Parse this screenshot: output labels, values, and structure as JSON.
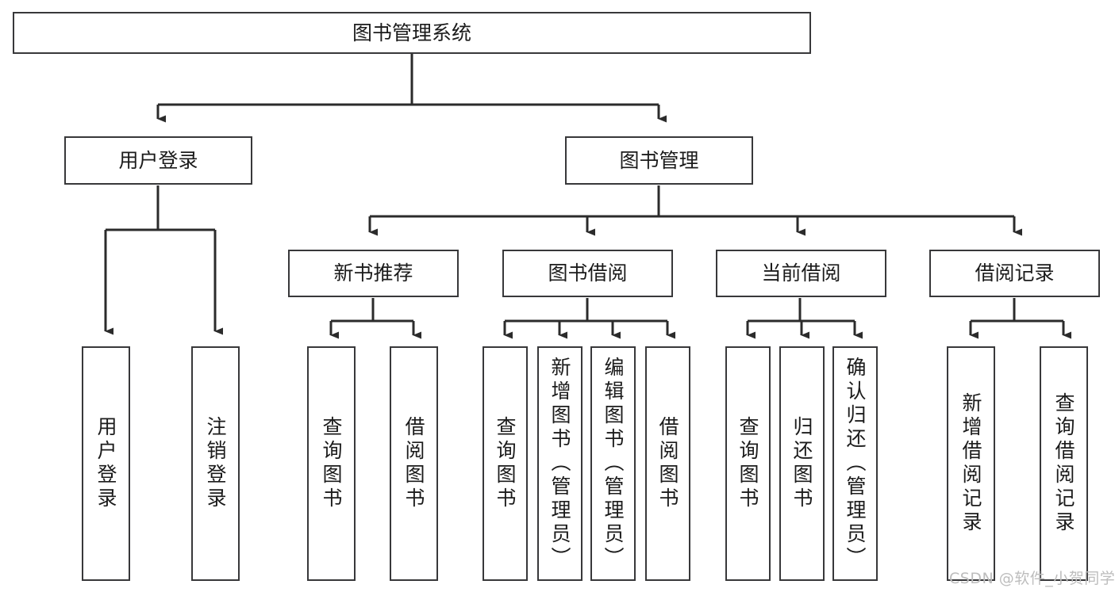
{
  "diagram": {
    "title": "图书管理系统",
    "type": "tree-hierarchy",
    "watermark": "CSDN @软件_小贺同学",
    "colors": {
      "box_border": "#38383a",
      "box_fill": "#ffffff",
      "edge": "#2b2b2b",
      "text": "#1b1b1b",
      "watermark": "#bdbdbd",
      "background": "#ffffff"
    },
    "nodes": {
      "root": {
        "label": "图书管理系统"
      },
      "level1": [
        {
          "id": "user-login",
          "label": "用户登录"
        },
        {
          "id": "book-manage",
          "label": "图书管理"
        }
      ],
      "level2": [
        {
          "id": "new-book-recommend",
          "label": "新书推荐"
        },
        {
          "id": "book-borrow",
          "label": "图书借阅"
        },
        {
          "id": "current-borrow",
          "label": "当前借阅"
        },
        {
          "id": "borrow-record",
          "label": "借阅记录"
        }
      ],
      "leaves": {
        "user-login": [
          {
            "id": "leaf-user-login",
            "label": "用户登录"
          },
          {
            "id": "leaf-user-logout",
            "label": "注销登录"
          }
        ],
        "new-book-recommend": [
          {
            "id": "leaf-query-book-1",
            "label": "查询图书"
          },
          {
            "id": "leaf-borrow-book-1",
            "label": "借阅图书"
          }
        ],
        "book-borrow": [
          {
            "id": "leaf-query-book-2",
            "label": "查询图书"
          },
          {
            "id": "leaf-add-book",
            "label": "新增图书（管理员）"
          },
          {
            "id": "leaf-edit-book",
            "label": "编辑图书（管理员）"
          },
          {
            "id": "leaf-borrow-book-2",
            "label": "借阅图书"
          }
        ],
        "current-borrow": [
          {
            "id": "leaf-query-book-3",
            "label": "查询图书"
          },
          {
            "id": "leaf-return-book",
            "label": "归还图书"
          },
          {
            "id": "leaf-confirm-return",
            "label": "确认归还（管理员）"
          }
        ],
        "borrow-record": [
          {
            "id": "leaf-add-record",
            "label": "新增借阅记录"
          },
          {
            "id": "leaf-query-record",
            "label": "查询借阅记录"
          }
        ]
      }
    }
  }
}
